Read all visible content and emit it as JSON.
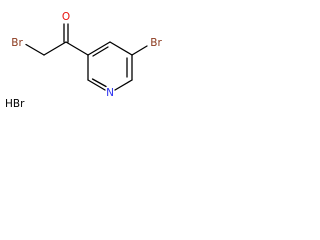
{
  "molecule": {
    "atoms": {
      "br_alpha": "Br",
      "o": "O",
      "br_ring": "Br",
      "n": "N"
    },
    "salt": "HBr"
  },
  "colors": {
    "bond": "#000000",
    "bromine": "#8b3a1e",
    "oxygen": "#e8130e",
    "nitrogen": "#2a2ff0",
    "salt": "#000000"
  }
}
